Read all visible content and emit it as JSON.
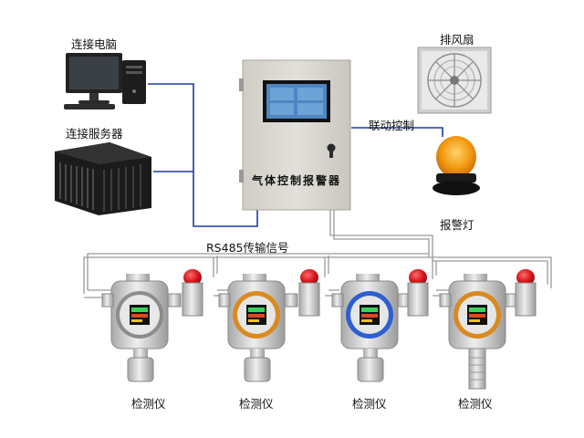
{
  "labels": {
    "computer": "连接电脑",
    "server": "连接服务器",
    "fan": "排风扇",
    "linkage": "联动控制",
    "alarm_light": "报警灯",
    "rs485": "RS485传输信号",
    "controller": "气体控制报警器",
    "detector": "检测仪"
  },
  "colors": {
    "wire_blue": "#1f3c9a",
    "wire_gray": "#9a9a9a",
    "cabinet": "#d8d6cf",
    "screen": "#4f86c2",
    "alarm_red": "#d4141b",
    "light_orange": "#f39a12"
  }
}
